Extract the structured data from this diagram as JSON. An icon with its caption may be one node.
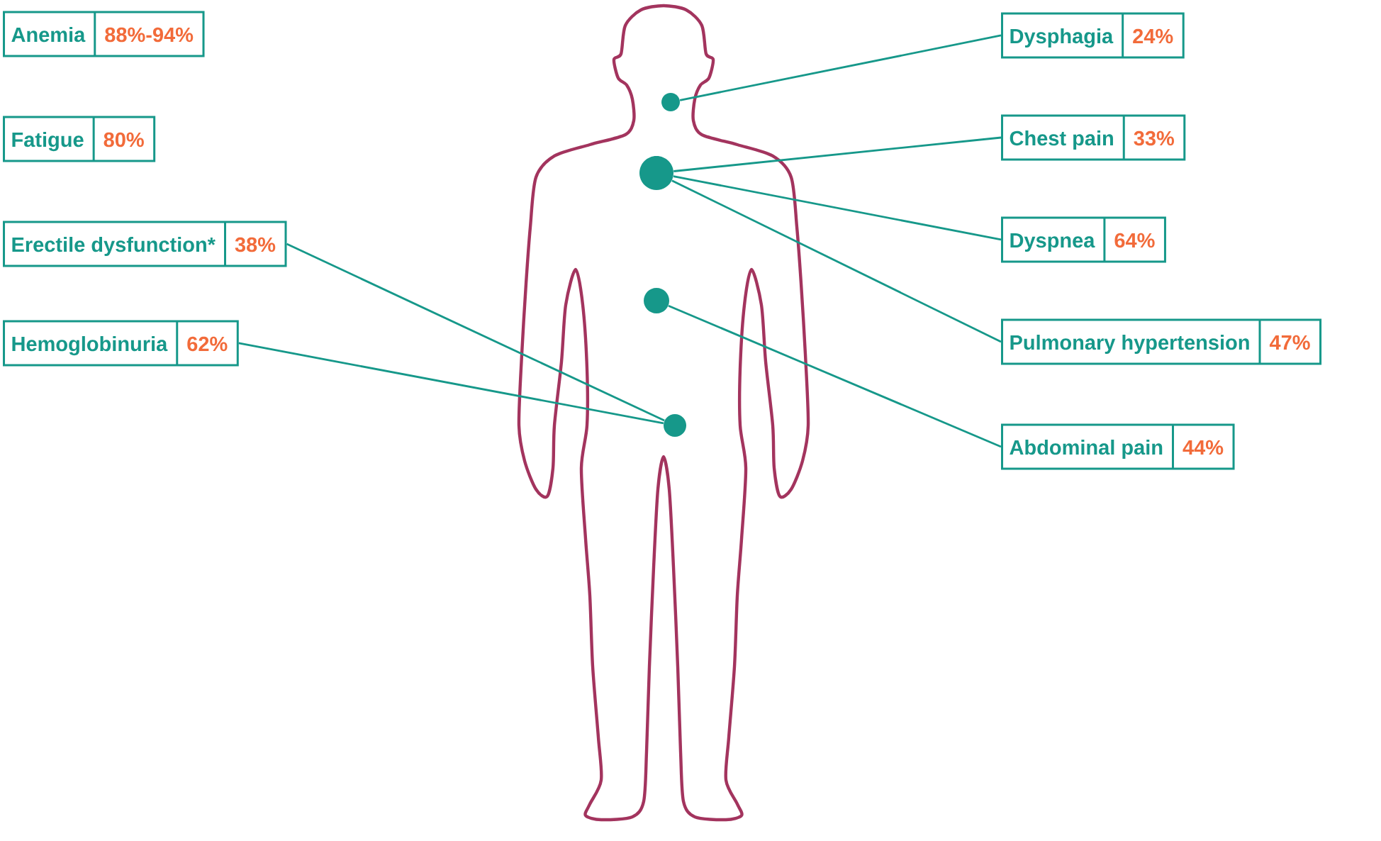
{
  "diagram": {
    "nodes": [
      {
        "text": [
          "Anemia",
          "88%-94%"
        ]
      },
      {
        "text": [
          "Fatigue",
          "80%"
        ]
      },
      {
        "text": [
          "Erectile dysfunction*",
          "38%"
        ]
      },
      {
        "text": [
          "Hemoglobinuria",
          "62%"
        ]
      },
      {
        "text": [
          "Dysphagia",
          "24%"
        ]
      },
      {
        "text": [
          "Chest pain",
          "33%"
        ]
      },
      {
        "text": [
          "Dyspnea",
          "64%"
        ]
      },
      {
        "text": [
          "Pulmonary hypertension",
          "47%"
        ]
      },
      {
        "text": [
          "Abdominal pain",
          "44%"
        ]
      },
      {
        "text": [],
        "shape": "circle"
      },
      {
        "text": [],
        "shape": "circle"
      },
      {
        "text": [],
        "shape": "circle"
      },
      {
        "text": [],
        "shape": "circle"
      }
    ],
    "edges": [
      {
        "from": 2,
        "to": 12,
        "arrow": "none"
      },
      {
        "from": 3,
        "to": 12,
        "arrow": "none"
      },
      {
        "from": 4,
        "to": 9,
        "arrow": "none"
      },
      {
        "from": 5,
        "to": 10,
        "arrow": "none"
      },
      {
        "from": 6,
        "to": 10,
        "arrow": "none"
      },
      {
        "from": 7,
        "to": 10,
        "arrow": "none"
      },
      {
        "from": 8,
        "to": 11,
        "arrow": "none"
      }
    ]
  }
}
